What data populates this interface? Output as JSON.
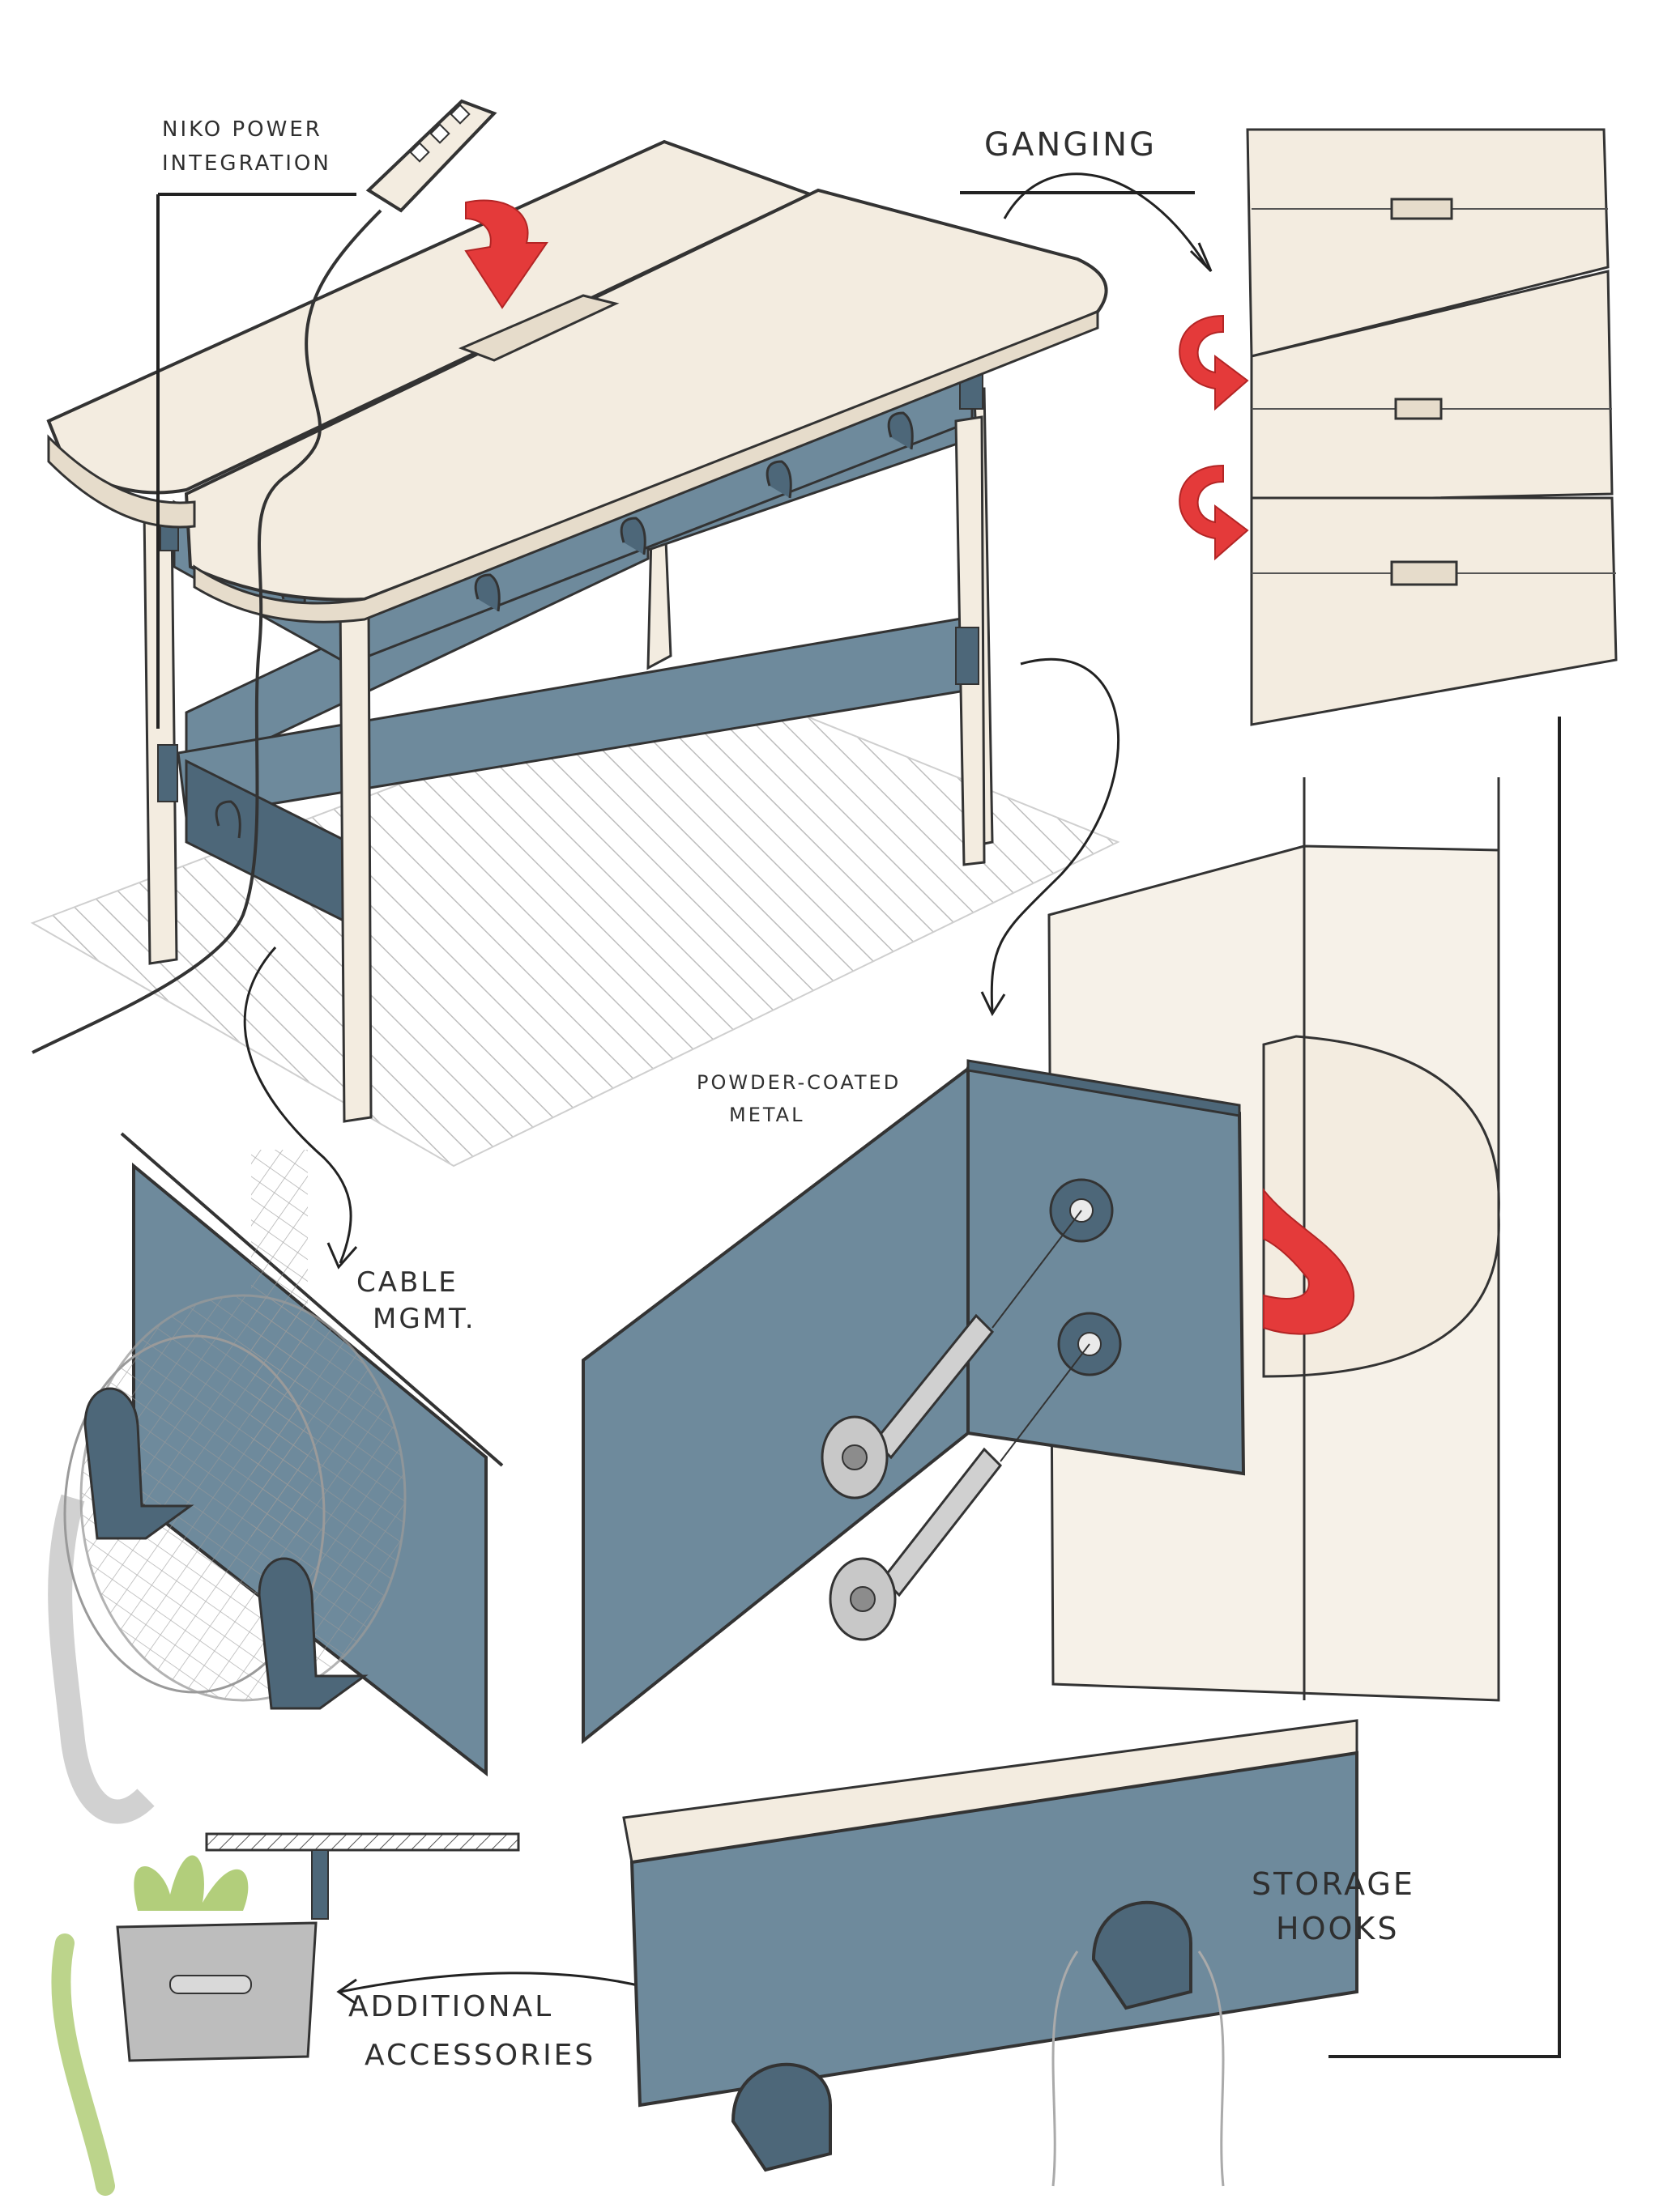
{
  "labels": {
    "power": [
      "NIKO POWER",
      "INTEGRATION"
    ],
    "ganging": "GANGING",
    "powder": [
      "POWDER-COATED",
      "METAL"
    ],
    "cable": [
      "CABLE",
      "MGMT."
    ],
    "storage": [
      "STORAGE",
      "HOOKS"
    ],
    "accessories": [
      "ADDITIONAL",
      "ACCESSORIES"
    ]
  },
  "colors": {
    "metal": "#6e8a9c",
    "metal_dark": "#4d6779",
    "wood": "#f3ece0",
    "wood_edge": "#e6dccb",
    "accent_arrow": "#e43a3a",
    "ink": "#2f2f2f",
    "sketch": "#c9c9c9",
    "plant": "#9fc25a",
    "pot": "#bdbdbd"
  }
}
